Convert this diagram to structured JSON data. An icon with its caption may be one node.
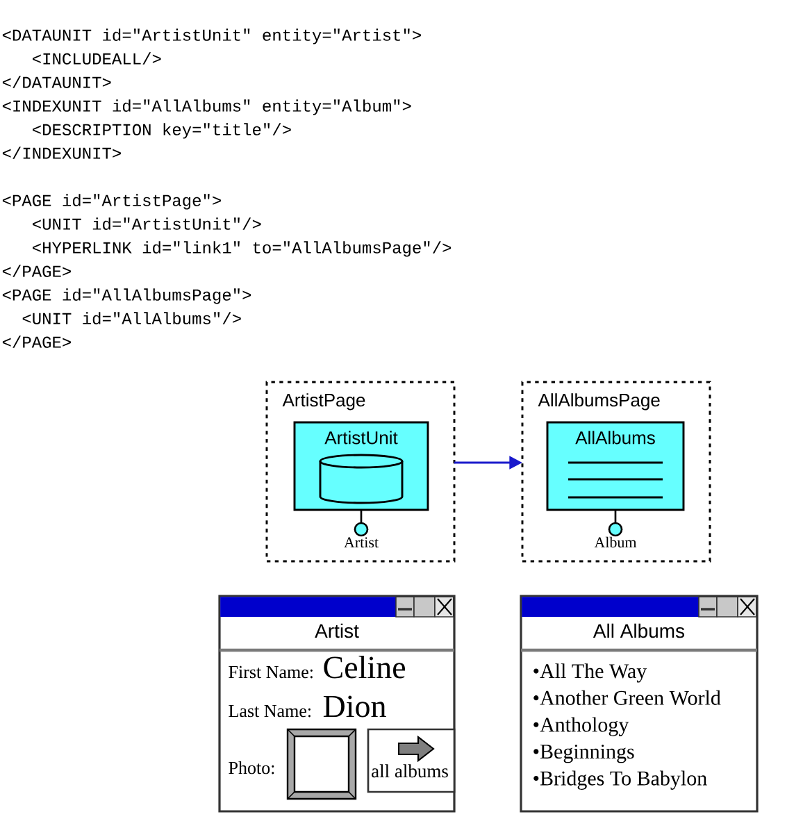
{
  "diagram": {
    "nodes": [
      {
        "text": [
          "ArtistPage"
        ]
      },
      {
        "text": [
          "ArtistUnit"
        ],
        "in": 0,
        "beside": [
          "Artist"
        ]
      },
      {
        "text": [
          "AllAlbumsPage"
        ]
      },
      {
        "text": [
          "AllAlbums"
        ],
        "in": 2,
        "beside": [
          "Album"
        ]
      },
      {
        "text": [
          "Artist",
          "First Name:",
          "Celine",
          "Last Name:",
          "Dion",
          "Photo:"
        ]
      },
      {
        "text": [
          "all albums"
        ],
        "in": 4
      },
      {
        "text": [
          "All Albums",
          "•All The Way",
          "•Another Green World",
          "•Anthology",
          "•Beginnings",
          "•Bridges To Babylon"
        ]
      }
    ],
    "edges": [
      {
        "from": 0,
        "to": 2,
        "arrow": "to",
        "color": "#1a1acc"
      }
    ],
    "labels": [
      "<DATAUNIT id=\"ArtistUnit\" entity=\"Artist\">",
      "<INCLUDEALL/>",
      "</DATAUNIT>",
      "<INDEXUNIT id=\"AllAlbums\" entity=\"Album\">",
      "<DESCRIPTION key=\"title\"/>",
      "</INDEXUNIT>",
      "<PAGE id=\"ArtistPage\">",
      "<UNIT id=\"ArtistUnit\"/>",
      "<HYPERLINK id=\"link1\" to=\"AllAlbumsPage\"/>",
      "</PAGE>",
      "<PAGE id=\"AllAlbumsPage\">",
      "<UNIT id=\"AllAlbums\"/>",
      "</PAGE>"
    ]
  }
}
